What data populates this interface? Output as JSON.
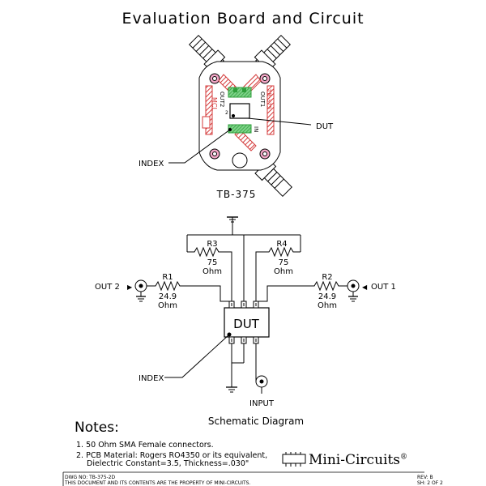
{
  "title": "Evaluation Board and Circuit",
  "board": {
    "label": "TB-375",
    "dut_label": "DUT",
    "index_label": "INDEX",
    "silk": {
      "mcl": "MCL",
      "out2": "OUT2",
      "out1": "OUT1",
      "tb": "TB-375",
      "in": "IN",
      "num": "2"
    }
  },
  "schematic": {
    "caption": "Schematic Diagram",
    "out2": "OUT 2",
    "out1": "OUT 1",
    "input": "INPUT",
    "index": "INDEX",
    "dut": "DUT",
    "r1": {
      "name": "R1",
      "value": "24.9",
      "unit": "Ohm"
    },
    "r2": {
      "name": "R2",
      "value": "24.9",
      "unit": "Ohm"
    },
    "r3": {
      "name": "R3",
      "value": "75",
      "unit": "Ohm"
    },
    "r4": {
      "name": "R4",
      "value": "75",
      "unit": "Ohm"
    }
  },
  "notes": {
    "heading": "Notes:",
    "items": [
      "1. 50 Ohm SMA Female connectors.",
      "2. PCB Material: Rogers RO4350 or its equivalent,",
      "Dielectric Constant=3.5, Thickness=.030\""
    ]
  },
  "brand": {
    "name": "Mini-Circuits",
    "mark": "®"
  },
  "title_block": {
    "dwg": "DWG NO: TB-375-2D",
    "rights": "THIS DOCUMENT AND ITS CONTENTS ARE THE PROPERTY OF MINI-CIRCUITS.",
    "rev": "REV: B",
    "sheet": "SH: 2 OF 2"
  },
  "colors": {
    "ink": "#000000",
    "trace_green": "#2e9e3a",
    "hatch_red": "#d43a3a",
    "pad_pink": "#f2a6c6"
  }
}
